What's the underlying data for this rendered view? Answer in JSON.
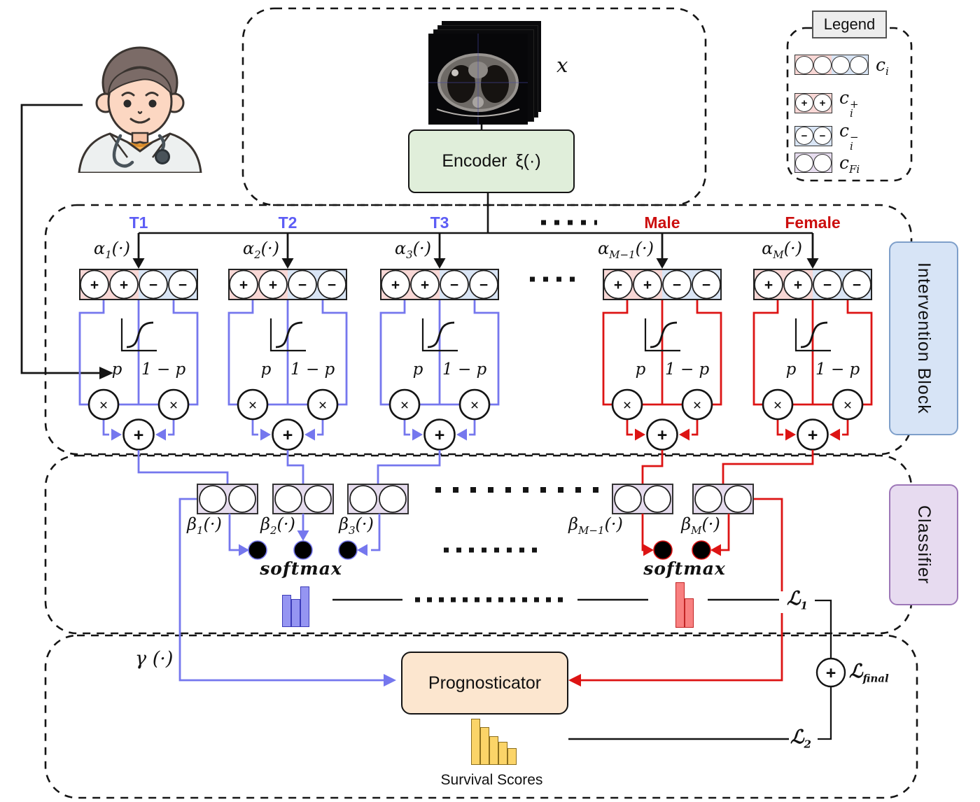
{
  "figure": {
    "input_label": "x",
    "encoder": {
      "name": "Encoder",
      "fn": "ξ(·)"
    },
    "legend": {
      "title": "Legend",
      "items": [
        {
          "base": "c",
          "sub": "i",
          "sup": "",
          "style": "quad"
        },
        {
          "base": "c",
          "sub": "i",
          "sup": "+",
          "style": "positive"
        },
        {
          "base": "c",
          "sub": "i",
          "sup": "−",
          "style": "negative"
        },
        {
          "base": "c",
          "sub": "Fi",
          "sup": "",
          "style": "final"
        }
      ]
    },
    "blocks": {
      "intervention": "Intervention Block",
      "classifier": "Classifier"
    },
    "columns": [
      {
        "label": "T1",
        "alpha_sub": "1",
        "beta_sub": "1",
        "group": "treatment"
      },
      {
        "label": "T2",
        "alpha_sub": "2",
        "beta_sub": "2",
        "group": "treatment"
      },
      {
        "label": "T3",
        "alpha_sub": "3",
        "beta_sub": "3",
        "group": "treatment"
      },
      {
        "label": "Male",
        "alpha_sub": "M−1",
        "beta_sub": "M−1",
        "group": "sex"
      },
      {
        "label": "Female",
        "alpha_sub": "M",
        "beta_sub": "M",
        "group": "sex"
      }
    ],
    "alpha_base": "α",
    "beta_base": "β",
    "fn_suffix": "(·)",
    "p_label": "p",
    "one_minus_p_label": "1 − p",
    "ops": {
      "plus": "+",
      "minus": "−",
      "times": "×"
    },
    "softmax_label": "softmax",
    "gamma_label": "γ (·)",
    "prognosticator": "Prognosticator",
    "survival_label": "Survival Scores",
    "losses": {
      "script_l": "ℒ",
      "l1_sub": "1",
      "l2_sub": "2",
      "final_sub": "final"
    },
    "charts": {
      "treatment_softmax_bars": [
        46,
        40,
        58
      ],
      "sex_softmax_bars": [
        65,
        42
      ],
      "survival_bars": [
        66,
        54,
        41,
        33,
        24
      ]
    },
    "colors": {
      "treatment_wire": "#7577ee",
      "sex_wire": "#dd1414",
      "treatment_label": "#5d5df5",
      "sex_label": "#cc0e0e",
      "concept_positive": "#f8d7d5",
      "concept_negative": "#d9e5f5",
      "concept_final": "#e6dcee",
      "encoder_fill": "#e0eeda",
      "prognosticator_fill": "#fce6cf",
      "survival_bar": "#fbd468",
      "intervention_label_fill": "#d7e4f6",
      "classifier_label_fill": "#e7dbf0"
    }
  }
}
